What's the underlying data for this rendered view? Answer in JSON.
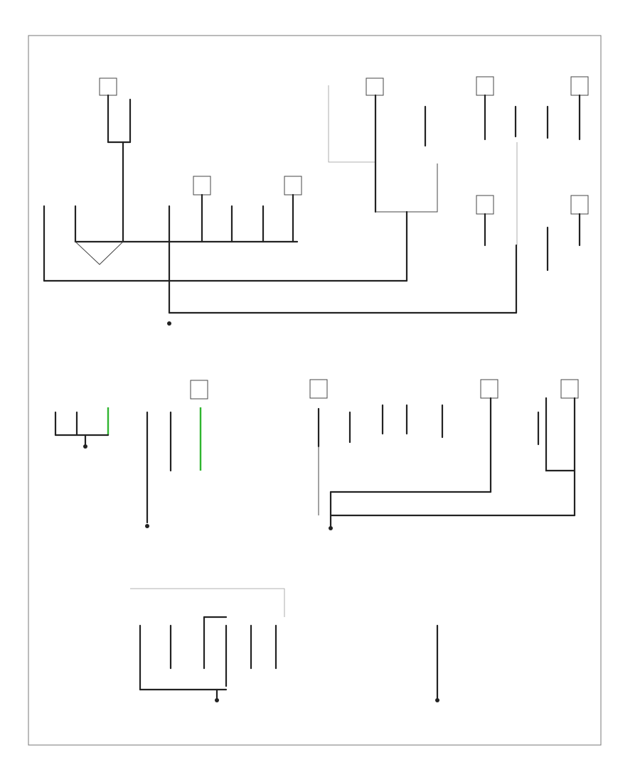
{
  "diagram": {
    "footer_text": "",
    "components": [
      {
        "id": "c1"
      },
      {
        "id": "c2"
      },
      {
        "id": "c3"
      },
      {
        "id": "c4"
      },
      {
        "id": "c5"
      },
      {
        "id": "c6"
      },
      {
        "id": "c7"
      },
      {
        "id": "c8"
      },
      {
        "id": "c9"
      },
      {
        "id": "c10"
      },
      {
        "id": "c11"
      },
      {
        "id": "c12"
      },
      {
        "id": "c13"
      },
      {
        "id": "c14"
      },
      {
        "id": "c15"
      },
      {
        "id": "c16"
      },
      {
        "id": "c17"
      },
      {
        "id": "c18"
      },
      {
        "id": "c19"
      },
      {
        "id": "c20"
      },
      {
        "id": "c21"
      },
      {
        "id": "c22"
      }
    ],
    "grounds": [
      {
        "id": "g1"
      },
      {
        "id": "g2"
      },
      {
        "id": "g3"
      },
      {
        "id": "g4"
      },
      {
        "id": "g5"
      }
    ],
    "colors": {
      "wire": "#222222",
      "highlight_wire": "#2fb52f",
      "frame": "#777777"
    }
  }
}
